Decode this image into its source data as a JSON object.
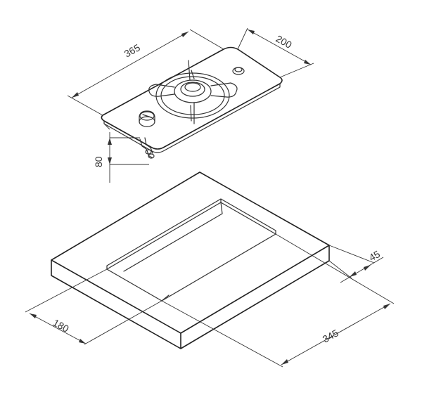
{
  "dimensions": {
    "hob_length": "365",
    "hob_width": "200",
    "hob_height": "80",
    "cutout_width": "180",
    "cutout_length": "345",
    "frame_thickness": "45"
  }
}
